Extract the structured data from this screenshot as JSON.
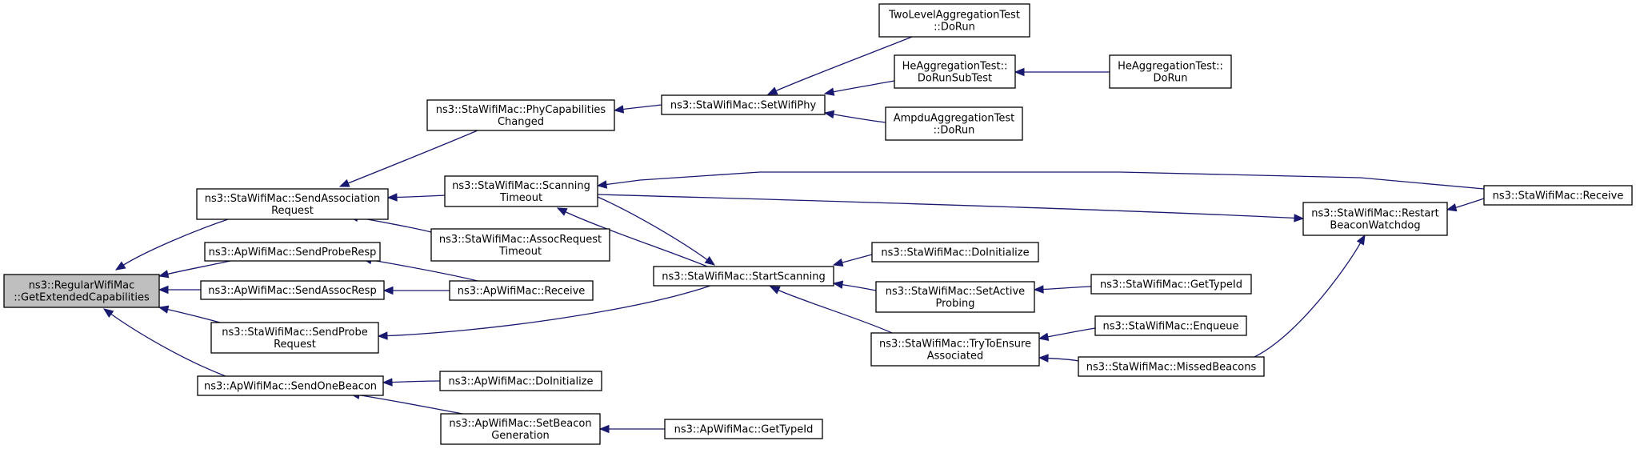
{
  "diagram": {
    "colors": {
      "edge": "#191970",
      "root_fill": "#bfbfbf",
      "node_fill": "#ffffff",
      "border": "#000000"
    },
    "nodes": [
      {
        "id": "root",
        "lines": [
          "ns3::RegularWifiMac",
          "::GetExtendedCapabilities"
        ],
        "highlight": true
      },
      {
        "id": "sta_sendassoc",
        "lines": [
          "ns3::StaWifiMac::SendAssociation",
          "Request"
        ]
      },
      {
        "id": "ap_sendproberesp",
        "lines": [
          "ns3::ApWifiMac::SendProbeResp"
        ]
      },
      {
        "id": "ap_sendassocresp",
        "lines": [
          "ns3::ApWifiMac::SendAssocResp"
        ]
      },
      {
        "id": "sta_sendprobe",
        "lines": [
          "ns3::StaWifiMac::SendProbe",
          "Request"
        ]
      },
      {
        "id": "ap_sendonebeacon",
        "lines": [
          "ns3::ApWifiMac::SendOneBeacon"
        ]
      },
      {
        "id": "sta_phycap",
        "lines": [
          "ns3::StaWifiMac::PhyCapabilities",
          "Changed"
        ]
      },
      {
        "id": "sta_scantimeout",
        "lines": [
          "ns3::StaWifiMac::Scanning",
          "Timeout"
        ]
      },
      {
        "id": "sta_assocreqtimeout",
        "lines": [
          "ns3::StaWifiMac::AssocRequest",
          "Timeout"
        ]
      },
      {
        "id": "ap_receive",
        "lines": [
          "ns3::ApWifiMac::Receive"
        ]
      },
      {
        "id": "ap_doinit",
        "lines": [
          "ns3::ApWifiMac::DoInitialize"
        ]
      },
      {
        "id": "ap_setbeacongen",
        "lines": [
          "ns3::ApWifiMac::SetBeacon",
          "Generation"
        ]
      },
      {
        "id": "sta_setwifiphy",
        "lines": [
          "ns3::StaWifiMac::SetWifiPhy"
        ]
      },
      {
        "id": "sta_startscan",
        "lines": [
          "ns3::StaWifiMac::StartScanning"
        ]
      },
      {
        "id": "ap_gettypeid",
        "lines": [
          "ns3::ApWifiMac::GetTypeId"
        ]
      },
      {
        "id": "twolevel",
        "lines": [
          "TwoLevelAggregationTest",
          "::DoRun"
        ]
      },
      {
        "id": "he_subtest",
        "lines": [
          "HeAggregationTest::",
          "DoRunSubTest"
        ]
      },
      {
        "id": "ampdu",
        "lines": [
          "AmpduAggregationTest",
          "::DoRun"
        ]
      },
      {
        "id": "sta_doinit",
        "lines": [
          "ns3::StaWifiMac::DoInitialize"
        ]
      },
      {
        "id": "sta_setactive",
        "lines": [
          "ns3::StaWifiMac::SetActive",
          "Probing"
        ]
      },
      {
        "id": "sta_trytoensure",
        "lines": [
          "ns3::StaWifiMac::TryToEnsure",
          "Associated"
        ]
      },
      {
        "id": "he_dorun",
        "lines": [
          "HeAggregationTest::",
          "DoRun"
        ]
      },
      {
        "id": "sta_restartbeacon",
        "lines": [
          "ns3::StaWifiMac::Restart",
          "BeaconWatchdog"
        ]
      },
      {
        "id": "sta_gettypeid",
        "lines": [
          "ns3::StaWifiMac::GetTypeId"
        ]
      },
      {
        "id": "sta_enqueue",
        "lines": [
          "ns3::StaWifiMac::Enqueue"
        ]
      },
      {
        "id": "sta_missedbeacons",
        "lines": [
          "ns3::StaWifiMac::MissedBeacons"
        ]
      },
      {
        "id": "sta_receive",
        "lines": [
          "ns3::StaWifiMac::Receive"
        ]
      }
    ],
    "edges": [
      {
        "from": "sta_sendassoc",
        "to": "root"
      },
      {
        "from": "ap_sendproberesp",
        "to": "root"
      },
      {
        "from": "ap_sendassocresp",
        "to": "root"
      },
      {
        "from": "sta_sendprobe",
        "to": "root"
      },
      {
        "from": "ap_sendonebeacon",
        "to": "root"
      },
      {
        "from": "sta_phycap",
        "to": "sta_sendassoc"
      },
      {
        "from": "sta_scantimeout",
        "to": "sta_sendassoc"
      },
      {
        "from": "sta_assocreqtimeout",
        "to": "sta_sendassoc"
      },
      {
        "from": "ap_receive",
        "to": "ap_sendproberesp"
      },
      {
        "from": "ap_receive",
        "to": "ap_sendassocresp"
      },
      {
        "from": "sta_startscan",
        "to": "sta_sendprobe"
      },
      {
        "from": "ap_doinit",
        "to": "ap_sendonebeacon"
      },
      {
        "from": "ap_setbeacongen",
        "to": "ap_sendonebeacon"
      },
      {
        "from": "sta_setwifiphy",
        "to": "sta_phycap"
      },
      {
        "from": "sta_startscan",
        "to": "sta_scantimeout"
      },
      {
        "from": "sta_receive",
        "to": "sta_scantimeout"
      },
      {
        "from": "sta_scantimeout",
        "to": "sta_startscan"
      },
      {
        "from": "sta_scantimeout",
        "to": "sta_restartbeacon"
      },
      {
        "from": "ap_gettypeid",
        "to": "ap_setbeacongen"
      },
      {
        "from": "twolevel",
        "to": "sta_setwifiphy"
      },
      {
        "from": "he_subtest",
        "to": "sta_setwifiphy"
      },
      {
        "from": "ampdu",
        "to": "sta_setwifiphy"
      },
      {
        "from": "he_dorun",
        "to": "he_subtest"
      },
      {
        "from": "sta_doinit",
        "to": "sta_startscan"
      },
      {
        "from": "sta_setactive",
        "to": "sta_startscan"
      },
      {
        "from": "sta_trytoensure",
        "to": "sta_startscan"
      },
      {
        "from": "sta_gettypeid",
        "to": "sta_setactive"
      },
      {
        "from": "sta_enqueue",
        "to": "sta_trytoensure"
      },
      {
        "from": "sta_missedbeacons",
        "to": "sta_trytoensure"
      },
      {
        "from": "sta_missedbeacons",
        "to": "sta_restartbeacon"
      },
      {
        "from": "sta_receive",
        "to": "sta_restartbeacon"
      }
    ]
  }
}
